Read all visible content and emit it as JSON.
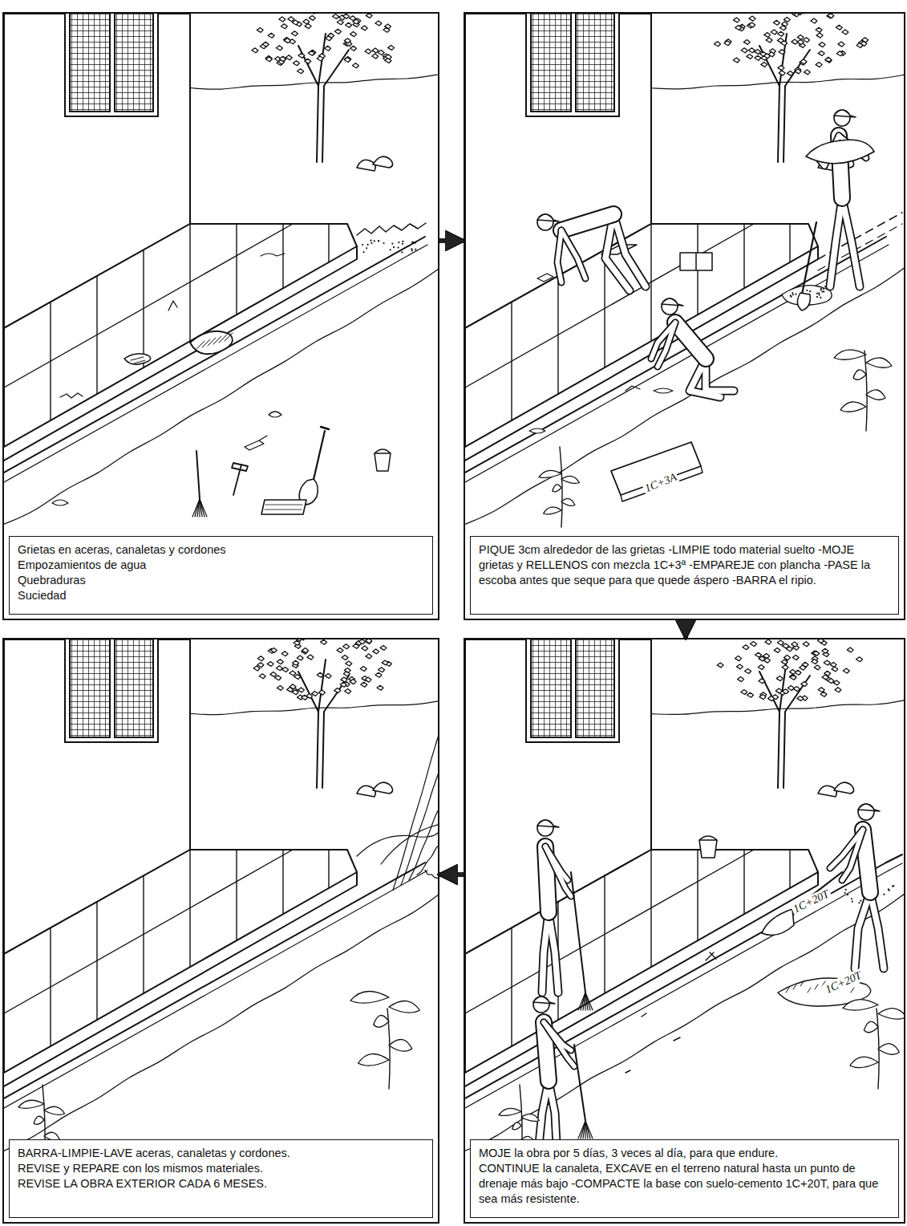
{
  "diagram": {
    "nodes": [
      {
        "text": [
          "Grietas en aceras, canaletas y cordones",
          "Empozamientos de agua",
          "Quebraduras",
          "Suciedad"
        ]
      },
      {
        "text": [
          "PIQUE 3cm alrededor de las grietas -LIMPIE todo material suelto -MOJE grietas y RELLENOS con mezcla 1C+3ª -EMPAREJE con plancha -PASE la escoba antes que seque para que quede áspero -BARRA el ripio."
        ]
      },
      {
        "text": [
          "BARRA-LIMPIE-LAVE aceras, canaletas y cordones.",
          "REVISE y REPARE con los mismos materiales.",
          "REVISE LA OBRA EXTERIOR CADA 6 MESES."
        ]
      },
      {
        "text": [
          "MOJE la obra por 5 días, 3 veces al día, para que endure.",
          "CONTINUE la canaleta, EXCAVE en el terreno natural hasta un punto de drenaje más bajo -COMPACTE la base con suelo-cemento 1C+20T, para que sea más resistente."
        ]
      }
    ],
    "edges": [
      {
        "from": 0,
        "to": 1,
        "arrow": "to"
      },
      {
        "from": 1,
        "to": 3,
        "arrow": "to"
      },
      {
        "from": 3,
        "to": 2,
        "arrow": "to"
      }
    ],
    "labels": [
      "1C+3A",
      "1C+20T",
      "1C+20T"
    ]
  }
}
